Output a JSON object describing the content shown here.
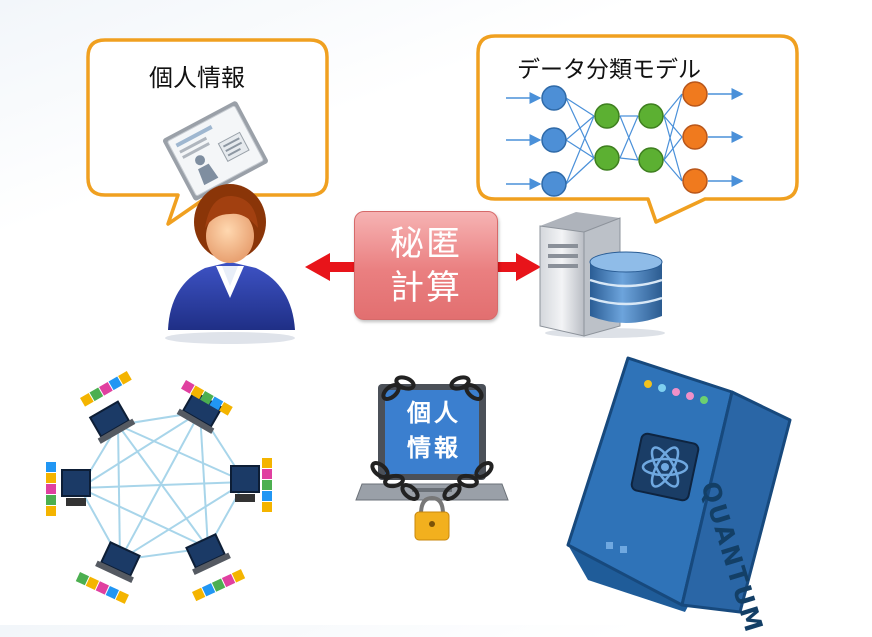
{
  "labels": {
    "personal_info": "個人情報",
    "model": "データ分類モデル",
    "secure_line1": "秘匿",
    "secure_line2": "計算",
    "laptop_line1": "個人",
    "laptop_line2": "情報",
    "quantum": "QUANTUM"
  },
  "colors": {
    "bubble_border": "#f0a020",
    "arrow": "#e8141a",
    "secure_box": "#e26f70",
    "nn_input": "#4d8fd6",
    "nn_hidden": "#5cb032",
    "nn_output": "#f07a1e",
    "quantum_body": "#2f73b8"
  }
}
